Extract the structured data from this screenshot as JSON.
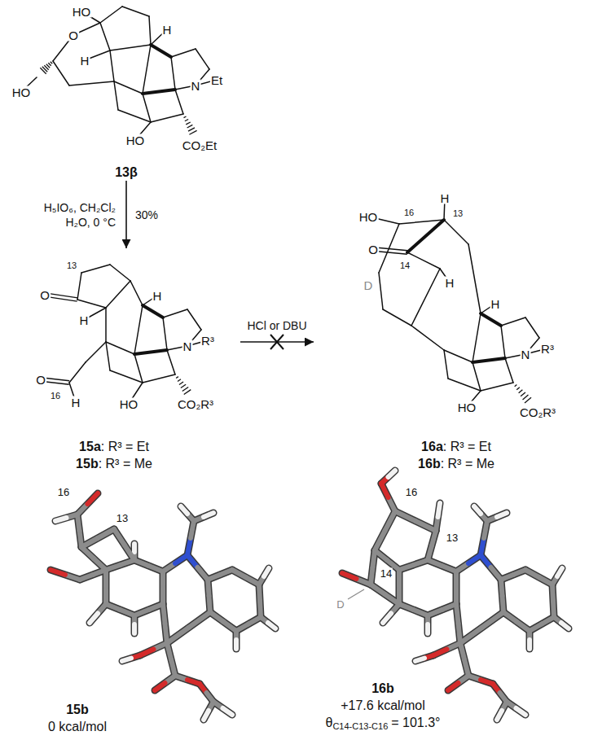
{
  "diagram": {
    "nodes": [
      {
        "text": [
          "13β"
        ]
      },
      {
        "text": [
          "15a",
          ": R³ = Et",
          "15b",
          ": R³ = Me"
        ]
      },
      {
        "text": [
          "16a",
          ": R³ = Et",
          "16b",
          ": R³ = Me"
        ]
      },
      {
        "text": [
          "15b",
          "0 kcal/mol"
        ]
      },
      {
        "text": [
          "16b",
          "+17.6 kcal/mol",
          "θ",
          "C14-C13-C16",
          "= 101.3°"
        ]
      }
    ],
    "edges": [
      {
        "from": 0,
        "to": 1,
        "arrow": "to"
      },
      {
        "from": 1,
        "to": 2,
        "arrow": "to"
      }
    ],
    "labels": [
      "HO",
      "O",
      "H",
      "H",
      "HO",
      "N",
      "Et",
      "HO",
      "CO₂Et",
      "H₅IO₆, CH₂Cl₂",
      "H₂O, 0 °C",
      "30%",
      "13",
      "O",
      "H",
      "H",
      "O",
      "16",
      "H",
      "N",
      "R³",
      "HO",
      "CO₂R³",
      "HCl or DBU",
      "HO",
      "16",
      "O",
      "14",
      "H",
      "13",
      "H",
      "D",
      "H",
      "N",
      "R³",
      "HO",
      "CO₂R³",
      "16",
      "13",
      "16",
      "13",
      "14",
      "D"
    ]
  }
}
